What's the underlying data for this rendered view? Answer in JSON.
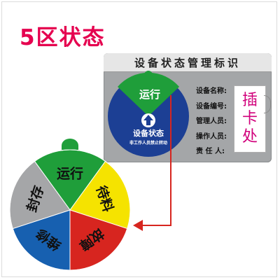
{
  "title": "5区状态",
  "card": {
    "header": "设备状态管理标识",
    "fields": [
      "设备名称:",
      "设备编号:",
      "管理人员:",
      "操作人员:",
      "责 任 人:"
    ],
    "slot_chars": [
      "插",
      "卡",
      "处"
    ],
    "disc": {
      "status_label": "运行",
      "main_label": "设备状态",
      "sub_label": "非工作人员禁止转动",
      "up_arrow_icon": "up-arrow-in-circle-icon"
    }
  },
  "wheel": {
    "segments": [
      {
        "label": "运行",
        "color": "#1f9e3a"
      },
      {
        "label": "待料",
        "color": "#f5e300"
      },
      {
        "label": "故障",
        "color": "#d7251f"
      },
      {
        "label": "维修",
        "color": "#1760b0"
      },
      {
        "label": "封存",
        "color": "#a5a6a8"
      }
    ],
    "tab_color": "#1f9e3a"
  },
  "colors": {
    "title": "#e5004f",
    "arrow": "#d7251f",
    "card_bg": "#a4a6a8",
    "disc_blue": "#1c3f94",
    "slot_text": "#d1007b"
  }
}
